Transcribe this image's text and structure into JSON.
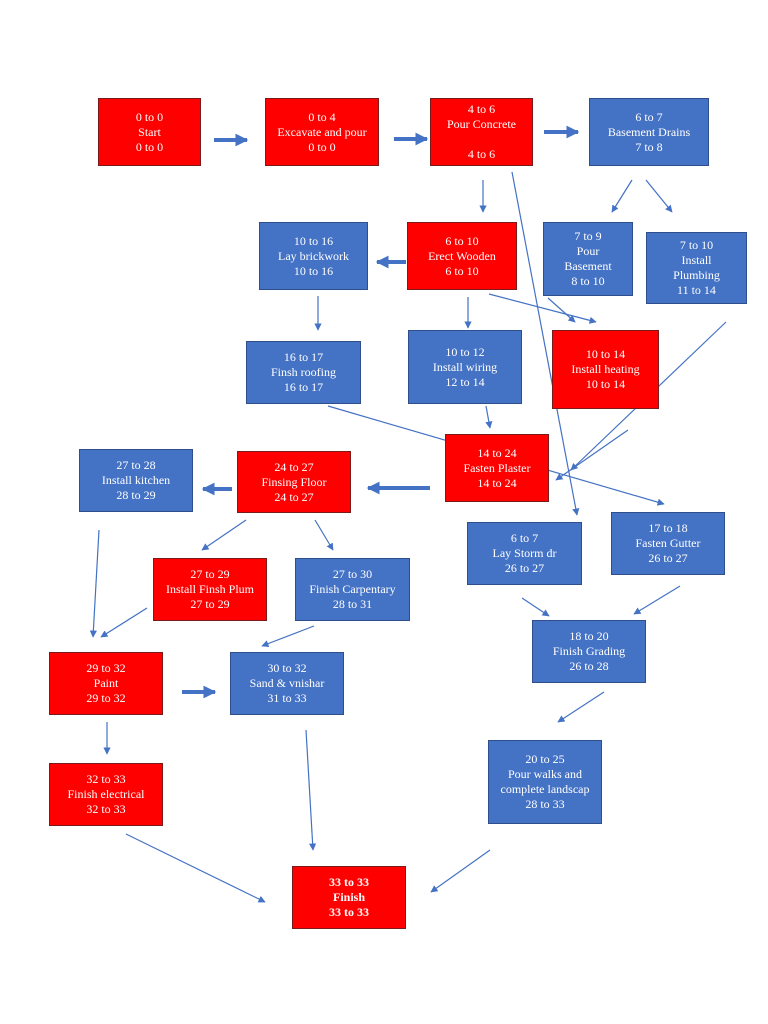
{
  "colors": {
    "critical": "#ff0000",
    "normal": "#4472c4",
    "arrow": "#4472c4"
  },
  "nodes": [
    {
      "id": "start",
      "critical": true,
      "lines": [
        "0 to 0",
        "Start",
        "0 to 0"
      ]
    },
    {
      "id": "excavate",
      "critical": true,
      "lines": [
        "0 to 4",
        "Excavate and pour",
        "0 to 0"
      ]
    },
    {
      "id": "pour-concrete",
      "critical": true,
      "lines": [
        "4 to 6",
        "Pour Concrete",
        "",
        "4 to 6"
      ]
    },
    {
      "id": "basement-drains",
      "critical": false,
      "lines": [
        "6 to 7",
        "Basement Drains",
        "7 to 8"
      ]
    },
    {
      "id": "lay-brickwork",
      "critical": false,
      "lines": [
        "10 to 16",
        "Lay brickwork",
        "10 to 16"
      ]
    },
    {
      "id": "erect-wooden",
      "critical": true,
      "lines": [
        "6 to 10",
        "Erect Wooden",
        "6 to 10"
      ]
    },
    {
      "id": "pour-basement",
      "critical": false,
      "lines": [
        "7 to 9",
        "Pour",
        "Basement",
        "8 to 10"
      ]
    },
    {
      "id": "install-plumbing",
      "critical": false,
      "lines": [
        "7 to 10",
        "Install",
        "Plumbing",
        "11 to 14"
      ]
    },
    {
      "id": "finish-roofing",
      "critical": false,
      "lines": [
        "16 to 17",
        "Finsh roofing",
        "16 to 17"
      ]
    },
    {
      "id": "install-wiring",
      "critical": false,
      "lines": [
        "10 to 12",
        "Install wiring",
        "12 to 14"
      ]
    },
    {
      "id": "install-heating",
      "critical": true,
      "lines": [
        "10 to 14",
        "Install heating",
        "10 to 14"
      ]
    },
    {
      "id": "fasten-plaster",
      "critical": true,
      "lines": [
        "14 to 24",
        "Fasten Plaster",
        "14 to 24"
      ]
    },
    {
      "id": "install-kitchen",
      "critical": false,
      "lines": [
        "27 to 28",
        "Install kitchen",
        "28 to 29"
      ]
    },
    {
      "id": "finish-floor",
      "critical": true,
      "lines": [
        "24 to 27",
        "Finsing Floor",
        "24 to 27"
      ]
    },
    {
      "id": "lay-storm",
      "critical": false,
      "lines": [
        "6 to 7",
        "Lay Storm dr",
        "26 to 27"
      ]
    },
    {
      "id": "fasten-gutter",
      "critical": false,
      "lines": [
        "17 to 18",
        "Fasten Gutter",
        "26 to 27"
      ]
    },
    {
      "id": "install-finish-plum",
      "critical": true,
      "lines": [
        "27 to 29",
        "Install Finsh Plum",
        "27 to 29"
      ]
    },
    {
      "id": "finish-carpentry",
      "critical": false,
      "lines": [
        "27 to 30",
        "Finish Carpentary",
        "28 to 31"
      ]
    },
    {
      "id": "finish-grading",
      "critical": false,
      "lines": [
        "18 to 20",
        "Finish Grading",
        "26 to 28"
      ]
    },
    {
      "id": "paint",
      "critical": true,
      "lines": [
        "29 to 32",
        "Paint",
        "29 to 32"
      ]
    },
    {
      "id": "sand-varnish",
      "critical": false,
      "lines": [
        "30 to 32",
        "Sand & vnishar",
        "31 to 33"
      ]
    },
    {
      "id": "pour-walks",
      "critical": false,
      "lines": [
        "20 to 25",
        "Pour walks and",
        "complete landscap",
        "28 to 33"
      ]
    },
    {
      "id": "finish-electrical",
      "critical": true,
      "lines": [
        "32 to 33",
        "Finish electrical",
        "32 to 33"
      ]
    },
    {
      "id": "finish",
      "critical": true,
      "bold": true,
      "lines": [
        "33 to 33",
        "Finish",
        "33 to 33"
      ]
    }
  ],
  "arrows": [
    {
      "style": "thick"
    },
    {
      "style": "thick"
    },
    {
      "style": "thick"
    },
    {
      "style": "thin"
    },
    {
      "style": "thin"
    },
    {
      "style": "thin"
    },
    {
      "style": "thick"
    },
    {
      "style": "thin"
    },
    {
      "style": "thin"
    },
    {
      "style": "thin"
    },
    {
      "style": "thin"
    },
    {
      "style": "thin"
    },
    {
      "style": "thin"
    },
    {
      "style": "thin"
    },
    {
      "style": "thin"
    },
    {
      "style": "thin"
    },
    {
      "style": "thick"
    },
    {
      "style": "thick"
    },
    {
      "style": "thin"
    },
    {
      "style": "thin"
    },
    {
      "style": "thin"
    },
    {
      "style": "thin"
    },
    {
      "style": "thin"
    },
    {
      "style": "thin"
    },
    {
      "style": "thin"
    },
    {
      "style": "thin"
    },
    {
      "style": "thick"
    },
    {
      "style": "thin"
    },
    {
      "style": "thin"
    },
    {
      "style": "thin"
    },
    {
      "style": "thin"
    },
    {
      "style": "thin"
    },
    {
      "style": "thin"
    }
  ]
}
